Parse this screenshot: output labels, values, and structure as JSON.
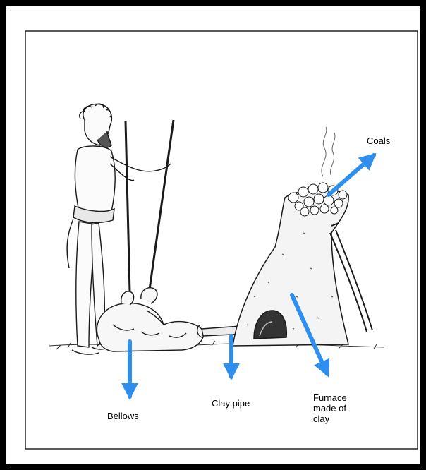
{
  "labels": {
    "coals": "Coals",
    "bellows": "Bellows",
    "clay_pipe": "Clay pipe",
    "furnace": "Furnace\nmade of\nclay"
  },
  "colors": {
    "arrow": "#2f8fef",
    "frame": "#000000",
    "ink": "#1a1a1a"
  },
  "parts": [
    "figure-man",
    "bellows-bags",
    "bellows-sticks",
    "clay-pipe",
    "furnace",
    "coals",
    "smoke",
    "support-stick",
    "ground"
  ]
}
